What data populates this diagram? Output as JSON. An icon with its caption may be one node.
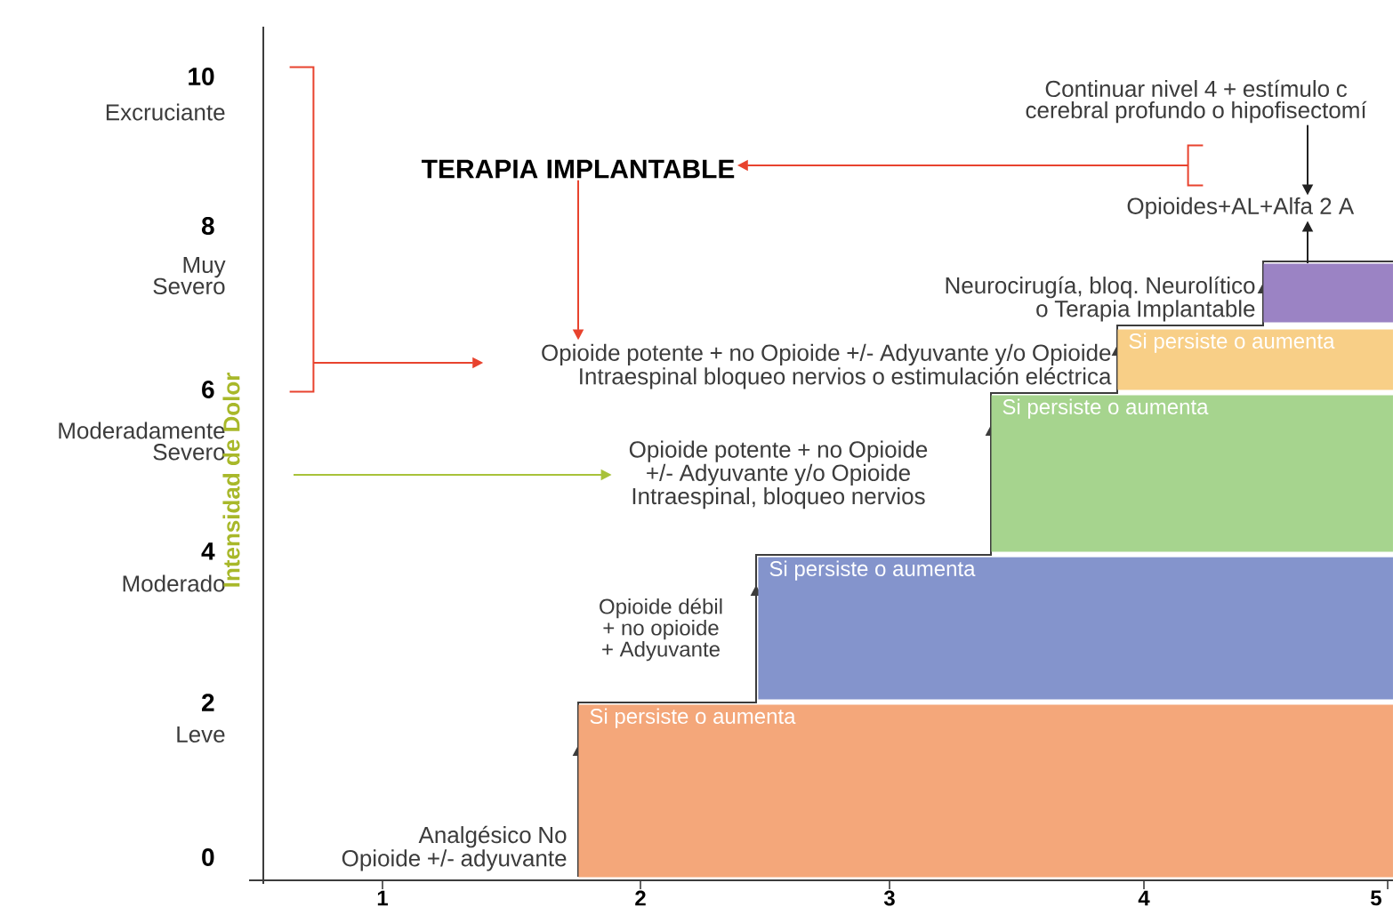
{
  "diagram": {
    "nodes": [
      {
        "text": [
          "TERAPIA IMPLANTABLE"
        ]
      },
      {
        "text": [
          "Continuar nivel 4 + estímulo c cerebral profundo o hipofisectomí"
        ]
      },
      {
        "text": [
          "Opioides+AL+Alfa 2 A"
        ]
      },
      {
        "text": [
          "Neurocirugía, bloq. Neurolítico o Terapia Implantable"
        ]
      },
      {
        "text": [
          "Opioide potente + no Opioide +/- Adyuvante y/o Opioide Intraespinal bloqueo nervios o estimulación eléctrica"
        ]
      },
      {
        "text": [
          "Opioide potente + no Opioide +/- Adyuvante y/o Opioide Intraespinal, bloqueo nervios"
        ]
      },
      {
        "text": [
          "Opioide débil + no opioide + Adyuvante"
        ]
      },
      {
        "text": [
          "Analgésico No Opioide +/- adyuvante"
        ]
      },
      {
        "text": [
          "Si persiste o aumenta"
        ]
      },
      {
        "text": [
          "Si persiste o aumenta"
        ]
      },
      {
        "text": [
          "Si persiste o aumenta"
        ]
      },
      {
        "text": [
          "Si persiste o aumenta"
        ]
      },
      {
        "text": [],
        "shape": "bar"
      },
      {
        "text": [],
        "shape": "bracket"
      },
      {
        "text": [],
        "shape": "bracket"
      }
    ],
    "edges": [
      {
        "from": 14,
        "to": 0,
        "arrow": "to",
        "color": "#e8432e"
      },
      {
        "from": 13,
        "to": 4,
        "arrow": "to",
        "color": "#e8432e"
      },
      {
        "from": 0,
        "to": 4,
        "arrow": "to",
        "color": "#e8432e"
      },
      {
        "from": null,
        "to": 5,
        "arrow": "to",
        "color": "#a8c23a"
      },
      {
        "from": 1,
        "to": 2,
        "arrow": "to",
        "color": "#222222"
      },
      {
        "from": 12,
        "to": 2,
        "arrow": "to",
        "color": "#222222"
      }
    ],
    "labels": [
      "10",
      "Excruciante",
      "8",
      "Muy Severo",
      "6",
      "Moderadamente Severo",
      "4",
      "Moderado",
      "2",
      "Leve",
      "0",
      "Intensidad de Dolor",
      "1",
      "2",
      "3",
      "4",
      "5"
    ]
  }
}
